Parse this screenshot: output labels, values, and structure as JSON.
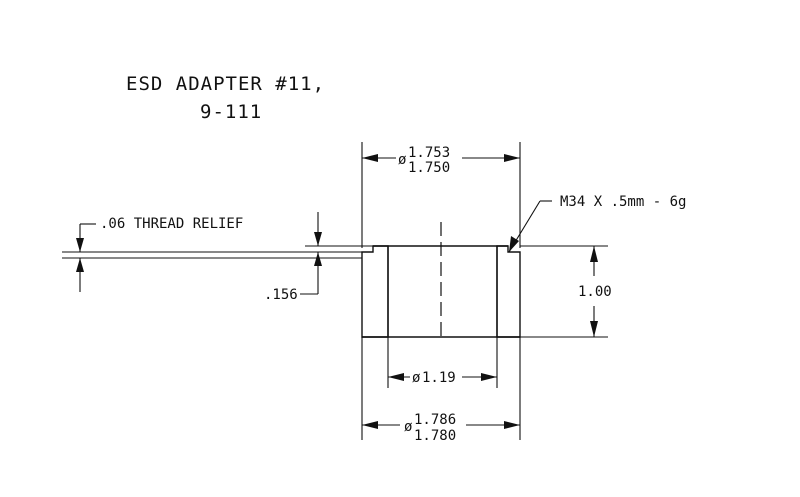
{
  "title": {
    "line1": "ESD ADAPTER #11,",
    "line2": "9-111"
  },
  "dimensions": {
    "top_od_upper": "1.753",
    "top_od_lower": "1.750",
    "bottom_od_upper": "1.786",
    "bottom_od_lower": "1.780",
    "bore": "1.19",
    "height": "1.00",
    "thread_relief": ".06 THREAD RELIEF",
    "step": ".156",
    "thread_spec": "M34 X .5mm - 6g",
    "diameter_symbol": "ø"
  },
  "colors": {
    "line": "#111111",
    "background": "#ffffff"
  }
}
